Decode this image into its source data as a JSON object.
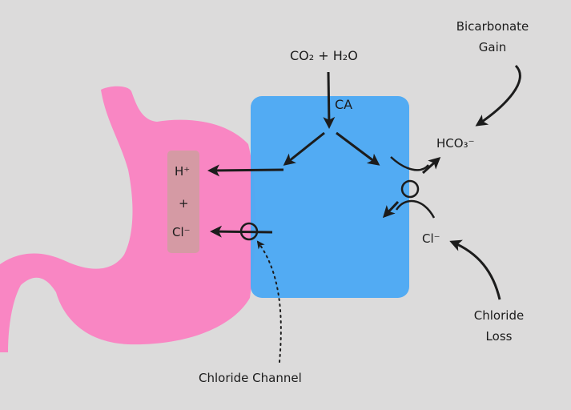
{
  "reaction": {
    "input": "CO₂ + H₂O",
    "enzyme": "CA"
  },
  "lumen": {
    "proton": "H⁺",
    "plus": "+",
    "chloride": "Cl⁻"
  },
  "blood": {
    "bicarbonate": "HCO₃⁻",
    "chloride": "Cl⁻"
  },
  "annotations": {
    "bicarbonate_gain_line1": "Bicarbonate",
    "bicarbonate_gain_line2": "Gain",
    "chloride_loss_line1": "Chloride",
    "chloride_loss_line2": "Loss",
    "chloride_channel": "Chloride Channel"
  },
  "colors": {
    "background": "#dcdbdb",
    "stomach": "#f986c3",
    "parietal_cell": "#4da9f4",
    "lumen_box": "#d59aa4",
    "ink": "#1c1c1c"
  }
}
